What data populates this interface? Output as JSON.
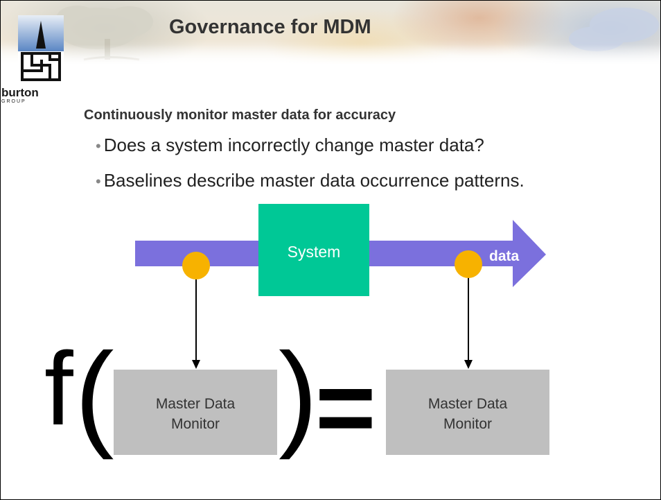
{
  "header": {
    "title": "Governance for MDM"
  },
  "logo": {
    "word": "burton",
    "group": "GROUP"
  },
  "content": {
    "subheading": "Continuously monitor master data for accuracy",
    "bullets": [
      "Does a system incorrectly change master data?",
      "Baselines describe master data occurrence patterns."
    ]
  },
  "diagram": {
    "system_label": "System",
    "arrow_label": "data",
    "monitors": [
      {
        "line1": "Master Data",
        "line2": "Monitor"
      },
      {
        "line1": "Master Data",
        "line2": "Monitor"
      }
    ],
    "formula": {
      "func": "f",
      "open": "(",
      "close": ")",
      "equals": "="
    },
    "colors": {
      "arrow": "#7b70dd",
      "system_box": "#00c896",
      "probe": "#f7b200",
      "monitor_box": "#bfbfbf"
    }
  }
}
